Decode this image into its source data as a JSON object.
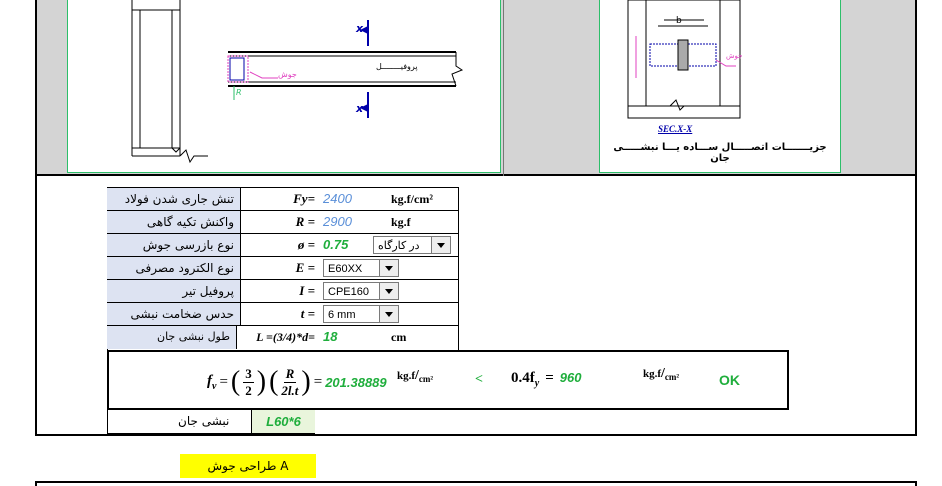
{
  "drawing": {
    "left_label_profile": "پروفیــــــــل",
    "left_label_weld": "جوش",
    "left_label_R": "R",
    "section_x": "x",
    "right_dim_b": "b",
    "right_label_weld": "جوش",
    "sec_label": "SEC.X-X",
    "caption": "جزیـــــــات اتصـــــال ســـاده یـــا نبشـــــی جان"
  },
  "rows": [
    {
      "label": "تنش جاری شدن فولاد",
      "symbol": "Fy=",
      "value": "2400",
      "unit": "kg.f/cm²"
    },
    {
      "label": "واکنش تکیه گاهی",
      "symbol": "R =",
      "value": "2900",
      "unit": "kg.f"
    },
    {
      "label": "نوع بازرسی جوش",
      "symbol": "ø =",
      "value": "0.75",
      "select": "در کارگاه"
    },
    {
      "label": "نوع الکترود مصرفی",
      "symbol": "E =",
      "select": "E60XX"
    },
    {
      "label": "پروفیل تیر",
      "symbol": "I =",
      "select": "CPE160"
    },
    {
      "label": "حدس ضخامت نبشی",
      "symbol": "t =",
      "select": "6  mm"
    },
    {
      "label": "طول نبشی جان",
      "symbol": "L =(3/4)*d=",
      "value": "18",
      "unit": "cm"
    }
  ],
  "formula": {
    "lhs": "f",
    "lhs_sub": "v",
    "frac1_num": "3",
    "frac1_den": "2",
    "frac2_num": "R",
    "frac2_den": "2l.t",
    "result": "201.38889",
    "unit1": "kg.f",
    "unit1_den": "cm²",
    "compare": "<",
    "rhs": "0.4f",
    "rhs_sub": "y",
    "rhs_value": "960",
    "unit2": "kg.f",
    "unit2_den": "cm²",
    "status": "OK"
  },
  "angle": {
    "label": "نبشی جان",
    "value": "L60*6"
  },
  "section_title": "طراحی جوش A"
}
